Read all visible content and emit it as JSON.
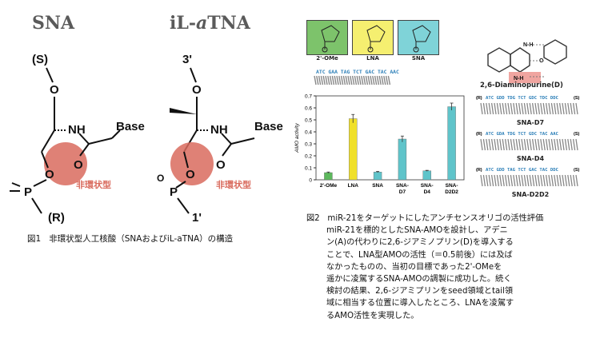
{
  "figure1": {
    "sna_title": "SNA",
    "itna_title_prefix": "iL-",
    "itna_title_italic": "a",
    "itna_title_suffix": "TNA",
    "sna_top_label": "(S)",
    "sna_bottom_label": "(R)",
    "itna_top_label": "3'",
    "itna_bottom_label": "1'",
    "nh_label": "NH",
    "base_label": "Base",
    "o_label": "O",
    "p_label": "P",
    "acyclic_label": "非環状型",
    "caption_num": "図1",
    "caption_text": "非環状型人工核酸（SNAおよびiL-aTNA）の構造"
  },
  "figure2": {
    "panel_labels": [
      "2'-OMe",
      "LNA",
      "SNA"
    ],
    "panel_colors": [
      "#7dc36b",
      "#f5ef70",
      "#7fd3d8"
    ],
    "seq_top": "ATC GAA TAG TCT GAC TAC AAC",
    "dap_label": "2,6-Diaminopurine(D)",
    "variants": [
      {
        "name": "SNA-D7",
        "seq": "ATC GDD TDG TCT GDC TDC DDC"
      },
      {
        "name": "SNA-D4",
        "seq": "ATC GDA TDG TCT GDC TAC AAC"
      },
      {
        "name": "SNA-D2D2",
        "seq": "ATC GDD TAG TCT GAC TAC DDC"
      }
    ],
    "strand_end_left": "(R)",
    "strand_end_right": "(S)",
    "caption_num": "図2",
    "caption_title": "miR-21をターゲットにしたアンチセンスオリゴの活性評価",
    "caption_lines": [
      "miR-21を標的としたSNA-AMOを設計し、アデニ",
      "ン(A)の代わりに2,6-ジアミノプリン(D)を導入する",
      "ことで、LNA型AMOの活性（＝0.5前後）には及ば",
      "なかったものの、当初の目標であった2'-OMeを",
      "遥かに凌駕するSNA-AMOの調製に成功した。続く",
      "検討の結果、2,6-ジアミプリンをseed領域とtail領",
      "域に相当する位置に導入したところ、LNAを凌駕す",
      "るAMO活性を実現した。"
    ]
  },
  "chart_data": {
    "type": "bar",
    "categories": [
      "2'-OMe",
      "LNA",
      "SNA",
      "SNA-D7",
      "SNA-D4",
      "SNA-D2D2"
    ],
    "values": [
      0.06,
      0.51,
      0.065,
      0.34,
      0.075,
      0.61
    ],
    "errors": [
      0.005,
      0.035,
      0.005,
      0.025,
      0.004,
      0.03
    ],
    "colors": [
      "#5cb85c",
      "#f0e02a",
      "#5fc4ca",
      "#5fc4ca",
      "#5fc4ca",
      "#5fc4ca"
    ],
    "ylabel": "AMO activity",
    "ylim": [
      0,
      0.7
    ],
    "yticks": [
      "0",
      "0.1",
      "0.2",
      "0.3",
      "0.4",
      "0.5",
      "0.6",
      "0.7"
    ],
    "xtick_labels": [
      [
        "2'-OMe"
      ],
      [
        "LNA"
      ],
      [
        "SNA"
      ],
      [
        "SNA-",
        "D7"
      ],
      [
        "SNA-",
        "D4"
      ],
      [
        "SNA-",
        "D2D2"
      ]
    ]
  }
}
